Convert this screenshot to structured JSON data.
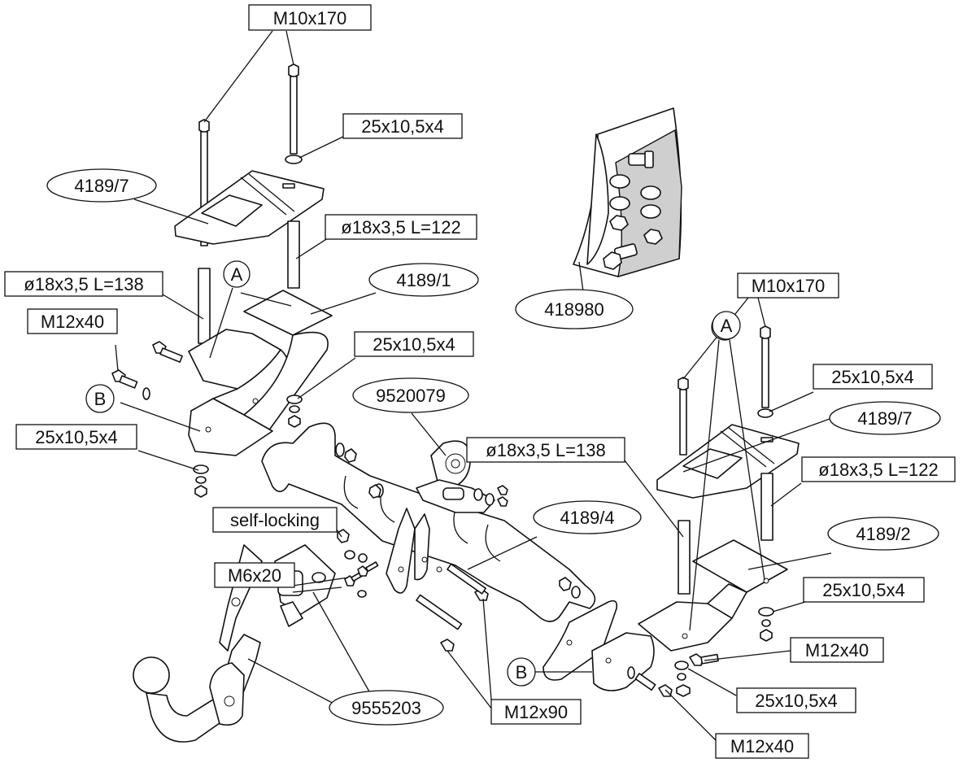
{
  "labels": {
    "bolt_m10x170_left": "M10x170",
    "washer_top_left": "25x10,5x4",
    "plate_left": "4189/7",
    "tube_122_left": "ø18x3,5 L=122",
    "tube_138_left": "ø18x3,5 L=138",
    "marker_a_left": "A",
    "bracket_left": "4189/1",
    "bolt_m12x40_left": "M12x40",
    "washer_mid_left": "25x10,5x4",
    "marker_b_left": "B",
    "washer_low_left": "25x10,5x4",
    "socket_plate": "9520079",
    "kit_bag": "418980",
    "bolt_m10x170_right": "M10x170",
    "washer_top_right": "25x10,5x4",
    "plate_right": "4189/7",
    "tube_138_right": "ø18x3,5 L=138",
    "tube_122_right": "ø18x3,5 L=122",
    "marker_a_right": "A",
    "bracket_right": "4189/2",
    "washer_mid_right": "25x10,5x4",
    "bolt_m12x40_right_a": "M12x40",
    "washer_low_right": "25x10,5x4",
    "bolt_m12x40_right_b": "M12x40",
    "self_locking": "self-locking",
    "crossbar": "4189/4",
    "bolt_m6x20": "M6x20",
    "ball_and_electrics": "9555203",
    "bolt_m12x90": "M12x90",
    "marker_b_right": "B"
  }
}
